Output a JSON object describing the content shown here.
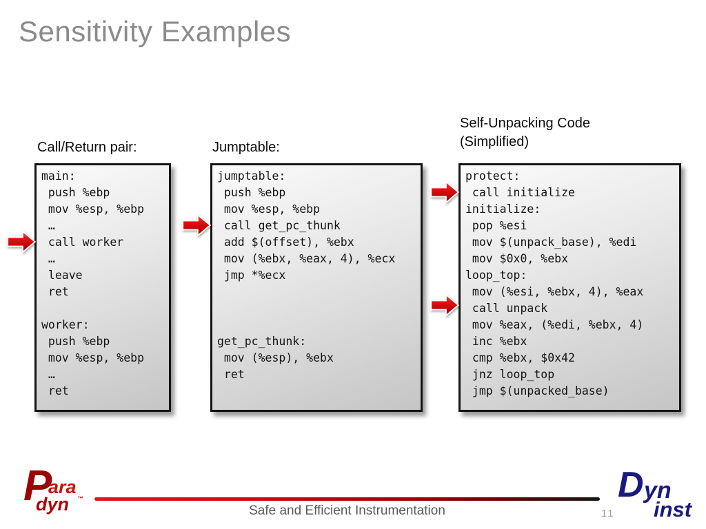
{
  "title": "Sensitivity Examples",
  "panels": [
    {
      "label": "Call/Return pair:",
      "code": "main:\n push %ebp\n mov %esp, %ebp\n …\n call worker\n …\n leave\n ret\n\nworker:\n push %ebp\n mov %esp, %ebp\n …\n ret"
    },
    {
      "label": "Jumptable:",
      "code": "jumptable:\n push %ebp\n mov %esp, %ebp\n call get_pc_thunk\n add $(offset), %ebx\n mov (%ebx, %eax, 4), %ecx\n jmp *%ecx\n\n\n\nget_pc_thunk:\n mov (%esp), %ebx\n ret"
    },
    {
      "label": "Self-Unpacking Code\n(Simplified)",
      "code": "protect:\n call initialize\ninitialize:\n pop %esi\n mov $(unpack_base), %edi\n mov $0x0, %ebx\nloop_top:\n mov (%esi, %ebx, 4), %eax\n call unpack\n mov %eax, (%edi, %ebx, 4)\n inc %ebx\n cmp %ebx, $0x42\n jnz loop_top\n jmp $(unpacked_base)"
    }
  ],
  "footer": {
    "caption": "Safe and Efficient Instrumentation",
    "page_number": "11"
  },
  "logos": {
    "paradyn": {
      "big_letter": "P",
      "top": "ara",
      "bottom": "dyn",
      "tm": "™"
    },
    "dyninst": {
      "d": "D",
      "yn": "yn",
      "inst": "inst"
    }
  },
  "colors": {
    "title_gray": "#8b8b8b",
    "arrow_red": "#cc0000",
    "divider_red_start": "#e01616",
    "divider_end": "#141414",
    "paradyn_red": "#a80707",
    "dyninst_navy": "#1a1a80",
    "caption_gray": "#595959",
    "box_border": "#141414"
  }
}
